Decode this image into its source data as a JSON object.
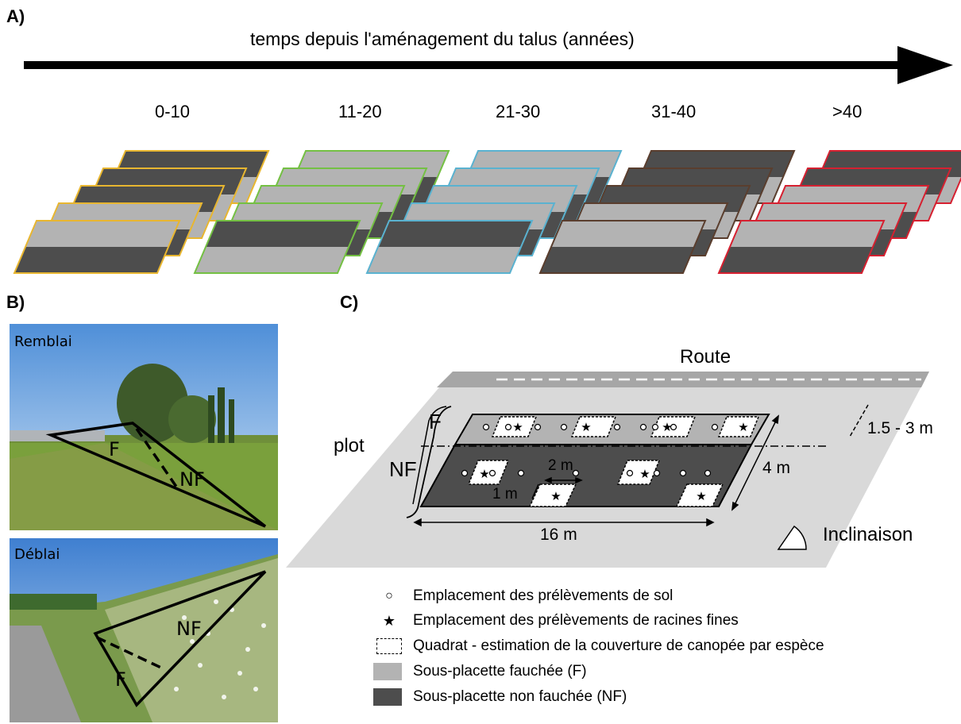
{
  "panel_a": {
    "label": "A)",
    "axis_title": "temps depuis l'aménagement du talus (années)",
    "periods": [
      "0-10",
      "11-20",
      "21-30",
      "31-40",
      ">40"
    ],
    "period_colors": [
      "#e8b630",
      "#74c043",
      "#5ab2d0",
      "#5a3e2e",
      "#d62030"
    ]
  },
  "panel_b": {
    "label": "B)",
    "photo_top": {
      "title": "Remblai",
      "labels": [
        "F",
        "NF"
      ]
    },
    "photo_bottom": {
      "title": "Déblai",
      "labels": [
        "NF",
        "F"
      ]
    }
  },
  "panel_c": {
    "label": "C)",
    "road_label": "Route",
    "plot_label": "plot",
    "f_label": "F",
    "nf_label": "NF",
    "dim_2m": "2 m",
    "dim_1m": "1 m",
    "dim_4m": "4 m",
    "dim_16m": "16 m",
    "dim_buffer": "1.5 - 3 m",
    "slope_label": "Inclinaison",
    "legend": {
      "soil": "Emplacement des prélèvements de sol",
      "roots": "Emplacement des prélèvements de racines fines",
      "quadrat": "Quadrat - estimation de la couverture de canopée par espèce",
      "mown": "Sous-placette fauchée (F)",
      "unmown": "Sous-placette non fauchée (NF)"
    }
  },
  "colors": {
    "light_grey": "#b3b3b3",
    "dark_grey": "#4d4d4d",
    "slope_grey": "#d9d9d9",
    "road_grey": "#a6a6a6"
  }
}
